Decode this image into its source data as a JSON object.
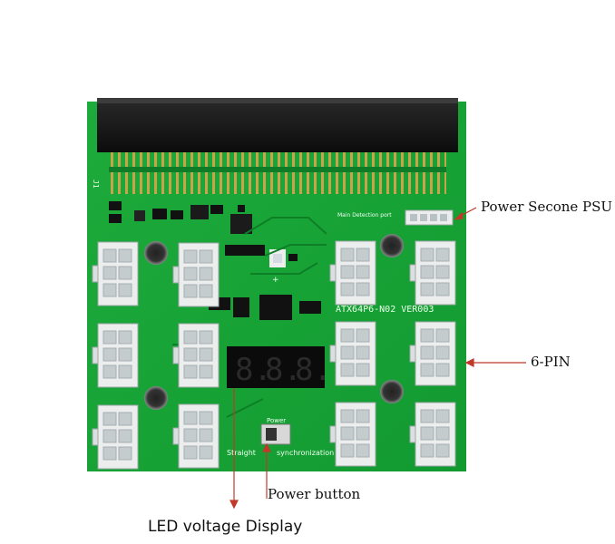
{
  "board": {
    "header_label": "J1",
    "detection_label": "Main Detection port",
    "model_label": "ATX64P6-N02 VER003",
    "led_digits": [
      "8.",
      "8.",
      "8."
    ],
    "switch_title": "Power",
    "switch_left_label": "Straight",
    "switch_right_label": "synchronization",
    "led_plus": "+"
  },
  "callouts": {
    "psu": "Power Secone PSU",
    "six_pin": "6-PIN",
    "power_button": "Power button",
    "led_display": "LED voltage Display"
  },
  "colors": {
    "pcb": "#17a436",
    "trace": "#0d7f26",
    "arrow": "#c0392b",
    "connector": "#eceeee"
  }
}
